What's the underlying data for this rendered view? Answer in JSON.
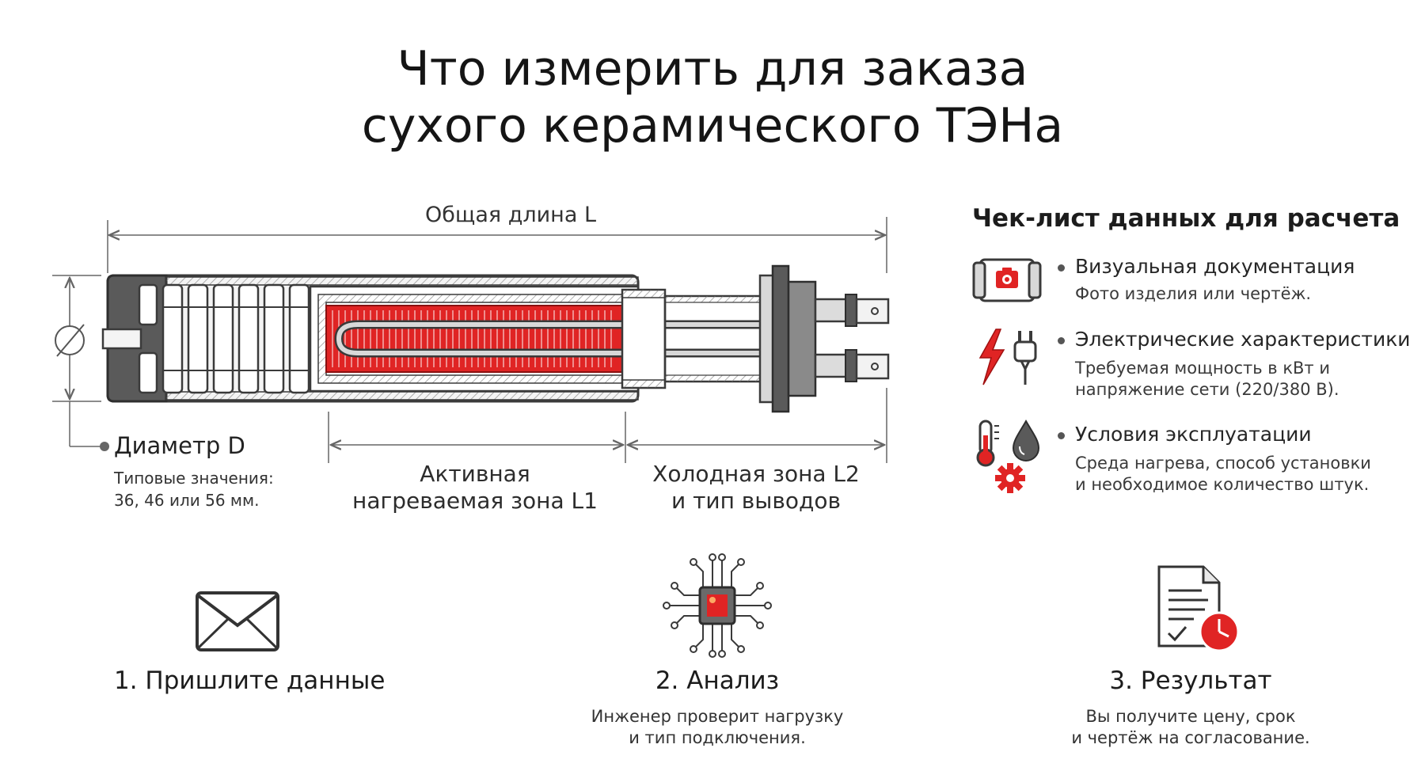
{
  "title": {
    "line1": "Что измерить для заказа",
    "line2": "сухого керамического ТЭНа"
  },
  "diagram": {
    "total_length_label": "Общая длина L",
    "diameter": {
      "symbol": "∅",
      "title": "Диаметр D",
      "note_line1": "Типовые значения:",
      "note_line2": "36, 46 или 56 мм."
    },
    "active_zone": {
      "line1": "Активная",
      "line2": "нагреваемая зона L1"
    },
    "cold_zone": {
      "line1": "Холодная зона L2",
      "line2": "и тип выводов"
    },
    "colors": {
      "accent": "#e02424",
      "outline": "#3a3a3a",
      "ceramic": "#f4f4f4",
      "cap": "#5a5a5a"
    }
  },
  "checklist": {
    "heading": "Чек-лист данных для расчета",
    "items": [
      {
        "icon": "camera-icon",
        "title": "Визуальная документация",
        "desc_line1": "Фото изделия или чертёж.",
        "desc_line2": ""
      },
      {
        "icon": "lightning-plug-icon",
        "title": "Электрические характеристики",
        "desc_line1": "Требуемая мощность в кВт и",
        "desc_line2": "напряжение сети (220/380 В)."
      },
      {
        "icon": "thermometer-drop-gear-icon",
        "title": "Условия эксплуатации",
        "desc_line1": "Среда нагрева, способ установки",
        "desc_line2": "и необходимое количество штук."
      }
    ]
  },
  "steps": [
    {
      "icon": "envelope-icon",
      "title": "1. Пришлите данные",
      "desc_line1": "",
      "desc_line2": ""
    },
    {
      "icon": "chip-icon",
      "title": "2. Анализ",
      "desc_line1": "Инженер проверит нагрузку",
      "desc_line2": "и тип подключения."
    },
    {
      "icon": "document-clock-icon",
      "title": "3. Результат",
      "desc_line1": "Вы получите цену, срок",
      "desc_line2": "и чертёж на согласование."
    }
  ]
}
